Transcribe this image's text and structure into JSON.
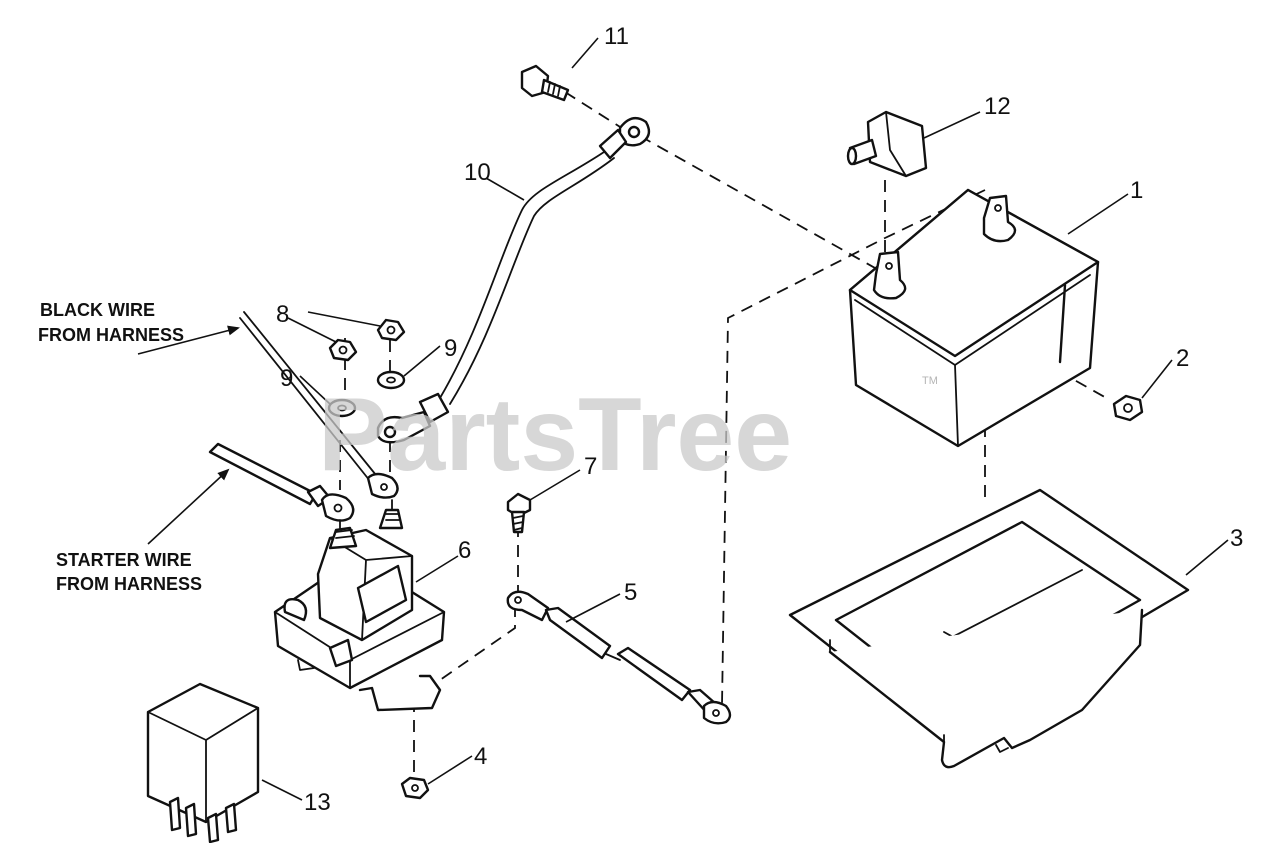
{
  "callouts": {
    "c1": "1",
    "c2": "2",
    "c3": "3",
    "c4": "4",
    "c5": "5",
    "c6": "6",
    "c7": "7",
    "c8": "8",
    "c9a": "9",
    "c9b": "9",
    "c10": "10",
    "c11": "11",
    "c12": "12",
    "c13": "13"
  },
  "notes": {
    "black_wire_line1": "BLACK WIRE",
    "black_wire_line2": "FROM HARNESS",
    "starter_wire_line1": "STARTER WIRE",
    "starter_wire_line2": "FROM HARNESS"
  },
  "watermark": {
    "text": "PartsTree",
    "trademark": "TM"
  },
  "colors": {
    "ink": "#111111",
    "watermark": "#c9c9c9",
    "background": "#ffffff"
  }
}
